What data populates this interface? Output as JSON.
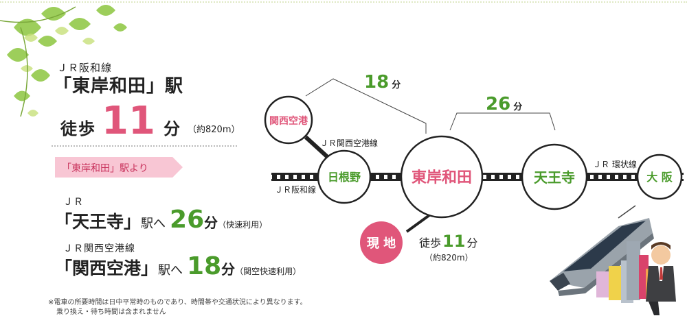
{
  "header": {
    "line_name": "ＪＲ阪和線",
    "station": "「東岸和田」駅",
    "walk_label": "徒歩",
    "walk_minutes": "11",
    "walk_unit": "分",
    "walk_distance": "（約820m）"
  },
  "from_tag": "「東岸和田」駅より",
  "routes": [
    {
      "line": "ＪＲ",
      "dest": "「天王寺」",
      "suffix": "駅へ",
      "minutes": "26",
      "unit": "分",
      "note": "（快速利用）"
    },
    {
      "line": "ＪＲ関西空港線",
      "dest": "「関西空港」",
      "suffix": "駅へ",
      "minutes": "18",
      "unit": "分",
      "note": "（関空快速利用）"
    }
  ],
  "footnote": [
    "※電車の所要時間は日中平常時のものであり、時間帯や交通状況により異なります。",
    "乗り換え・待ち時間は含まれません"
  ],
  "map": {
    "stations": {
      "kansai_airport": "関西空港",
      "hine": "日根野",
      "higashikishiwada": "東岸和田",
      "tennoji": "天王寺",
      "osaka": "大 阪",
      "site": "現 地"
    },
    "lines": {
      "kansai_airport_line": "ＪＲ関西空港線",
      "hanwa_line": "ＪＲ阪和線",
      "loop_line": "ＪＲ 環状線"
    },
    "time_airport": "18",
    "time_tennoji": "26",
    "time_unit": "分",
    "site_walk_label": "徒歩",
    "site_walk_minutes": "11",
    "site_walk_unit": "分",
    "site_walk_distance": "（約820m）"
  },
  "colors": {
    "pink": "#e0567a",
    "green": "#4a9b2b",
    "tag_bg": "#f8c6d4"
  }
}
